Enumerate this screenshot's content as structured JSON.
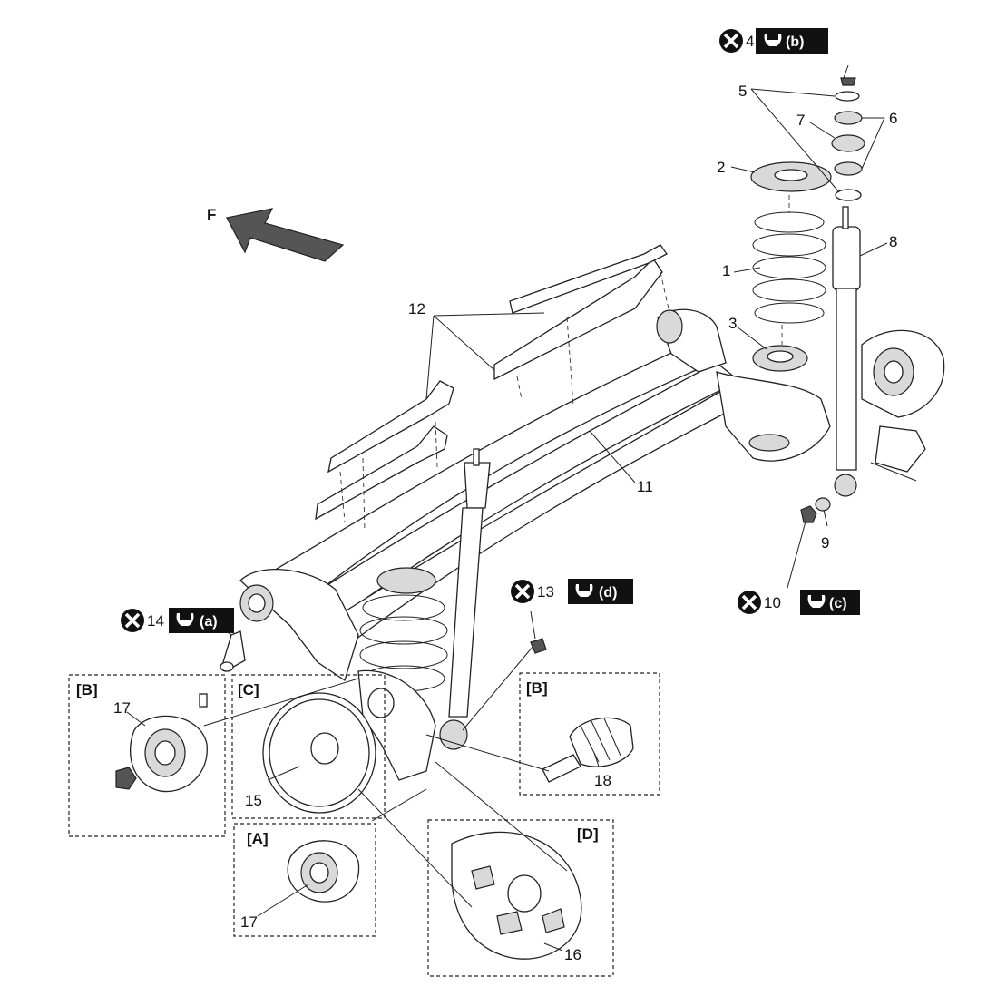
{
  "direction_label": "F",
  "part_labels": {
    "p1": "1",
    "p2": "2",
    "p3": "3",
    "p5": "5",
    "p6": "6",
    "p7": "7",
    "p8": "8",
    "p9": "9",
    "p11": "11",
    "p12": "12",
    "p15": "15",
    "p16": "16",
    "p17a": "17",
    "p17b": "17",
    "p18": "18"
  },
  "fastener_callouts": {
    "c4": {
      "number": "4",
      "torque": "(b)"
    },
    "c10": {
      "number": "10",
      "torque": "(c)"
    },
    "c13": {
      "number": "13",
      "torque": "(d)"
    },
    "c14": {
      "number": "14",
      "torque": "(a)"
    }
  },
  "detail_boxes": {
    "A": "[A]",
    "B1": "[B]",
    "B2": "[B]",
    "C": "[C]",
    "D": "[D]"
  },
  "icons": {
    "replace": "x-circle-icon",
    "torque": "wrench-icon"
  },
  "colors": {
    "ink": "#111111",
    "tag_bg": "#111111",
    "paper": "#ffffff"
  }
}
